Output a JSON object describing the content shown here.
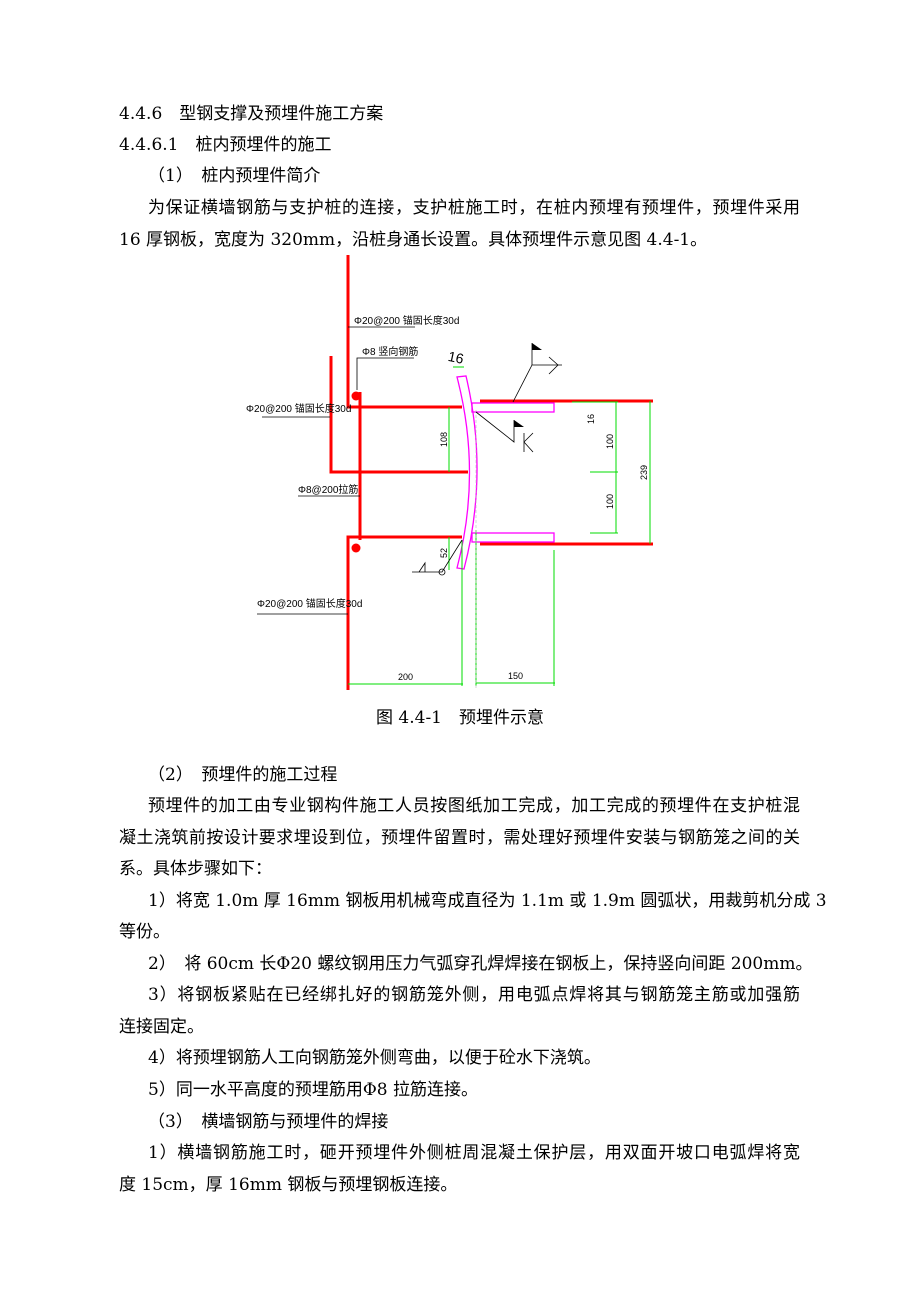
{
  "heading_1": "4.4.6　型钢支撑及预埋件施工方案",
  "heading_2": "4.4.6.1　桩内预埋件的施工",
  "sub_1": "（1）　桩内预埋件简介",
  "para_1": [
    "为保证横墙钢筋与支护桩的连接，支护桩施工时，在桩内预埋有预埋件，预埋件采用",
    "16 厚钢板，宽度为 320mm，沿桩身通长设置。具体预埋件示意见图 4.4-1。"
  ],
  "figure": {
    "caption": "图 4.4-1　预埋件示意",
    "labels": {
      "top_bar": "Φ20@200 锚固长度30d",
      "vertical_bar": "Φ8 竖向钢筋",
      "mid_bar": "Φ20@200 锚固长度30d",
      "tie_bar": "Φ8@200拉筋",
      "bottom_bar": "Φ20@200 锚固长度30d",
      "plate_thickness": "16"
    },
    "dims": {
      "d108": "108",
      "d16": "16",
      "d100a": "100",
      "d100b": "100",
      "d239": "239",
      "d52": "52",
      "d200": "200",
      "d150": "150"
    },
    "colors": {
      "rebar": "#ff0000",
      "plate": "#ff00ff",
      "dimension": "#00dd00"
    }
  },
  "sub_2": "（2）　预埋件的施工过程",
  "para_2": [
    "预埋件的加工由专业钢构件施工人员按图纸加工完成，加工完成的预埋件在支护桩混",
    "凝土浇筑前按设计要求埋设到位，预埋件留置时，需处理好预埋件安装与钢筋笼之间的关",
    "系。具体步骤如下："
  ],
  "step_1": [
    "1）将宽 1.0m 厚 16mm 钢板用机械弯成直径为 1.1m 或 1.9m 圆弧状，用裁剪机分成 3",
    "等份。"
  ],
  "step_2": "2）　将 60cm 长Φ20 螺纹钢用压力气弧穿孔焊焊接在钢板上，保持竖向间距 200mm。",
  "step_3": [
    "3）将钢板紧贴在已经绑扎好的钢筋笼外侧，用电弧点焊将其与钢筋笼主筋或加强筋",
    "连接固定。"
  ],
  "step_4": "4）将预埋钢筋人工向钢筋笼外侧弯曲，以便于砼水下浇筑。",
  "step_5": "5）同一水平高度的预埋筋用Φ8 拉筋连接。",
  "sub_3": "（3）　横墙钢筋与预埋件的焊接",
  "step_6": [
    "1）横墙钢筋施工时，砸开预埋件外侧桩周混凝土保护层，用双面开坡口电弧焊将宽",
    "度 15cm，厚 16mm 钢板与预埋钢板连接。"
  ]
}
